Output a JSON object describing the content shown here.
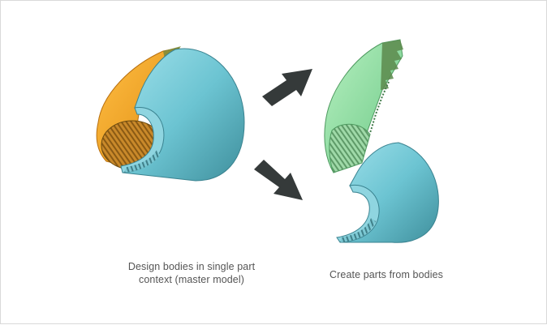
{
  "captions": {
    "left_line1": "Design bodies in single part",
    "left_line2": "context (master model)",
    "right": "Create parts from bodies"
  },
  "colors": {
    "body_orange": "#f5a623",
    "body_blue": "#6cc4d2",
    "body_green": "#8fe0a0",
    "arrow": "#353a3a",
    "caption_text": "#555555"
  },
  "icons": {
    "arrow_upper": "arrow-right-up-icon",
    "arrow_lower": "arrow-right-down-icon"
  }
}
